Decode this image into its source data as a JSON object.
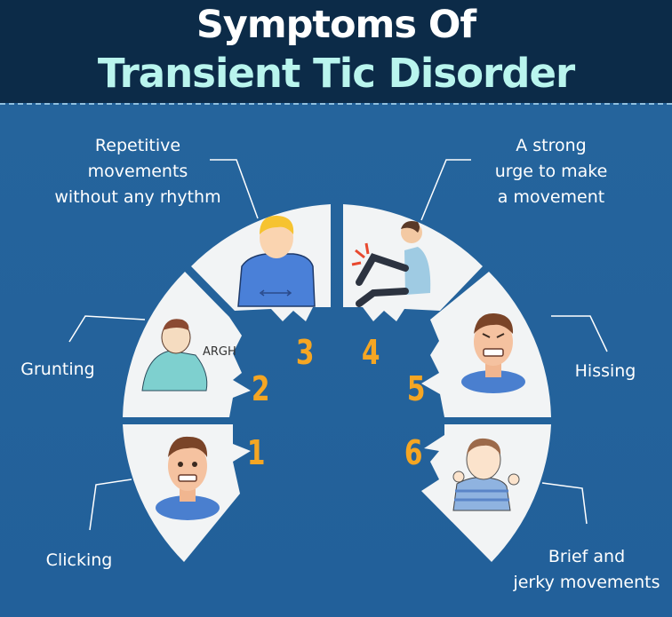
{
  "header": {
    "title_line1": "Symptoms Of",
    "title_line2": "Transient Tic Disorder"
  },
  "colors": {
    "header_bg": "#0c2b48",
    "main_bg": "#24629a",
    "title_line1": "#ffffff",
    "title_line2": "#b9f5ee",
    "segment_fill": "#f2f4f5",
    "number": "#f5a623",
    "label": "#ffffff"
  },
  "symptoms": [
    {
      "number": "1",
      "label": "Clicking",
      "icon": "nervous-man-icon"
    },
    {
      "number": "2",
      "label": "Grunting",
      "icon": "grunting-man-icon",
      "speech": "ARGH"
    },
    {
      "number": "3",
      "label_lines": [
        "Repetitive",
        "movements",
        "without any rhythm"
      ],
      "icon": "shaking-boy-icon"
    },
    {
      "number": "4",
      "label_lines": [
        "A strong",
        "urge to make",
        "a movement"
      ],
      "icon": "knee-pain-man-icon"
    },
    {
      "number": "5",
      "label": "Hissing",
      "icon": "angry-man-icon"
    },
    {
      "number": "6",
      "label_lines": [
        "Brief and",
        "jerky movements"
      ],
      "icon": "twitching-child-icon"
    }
  ]
}
